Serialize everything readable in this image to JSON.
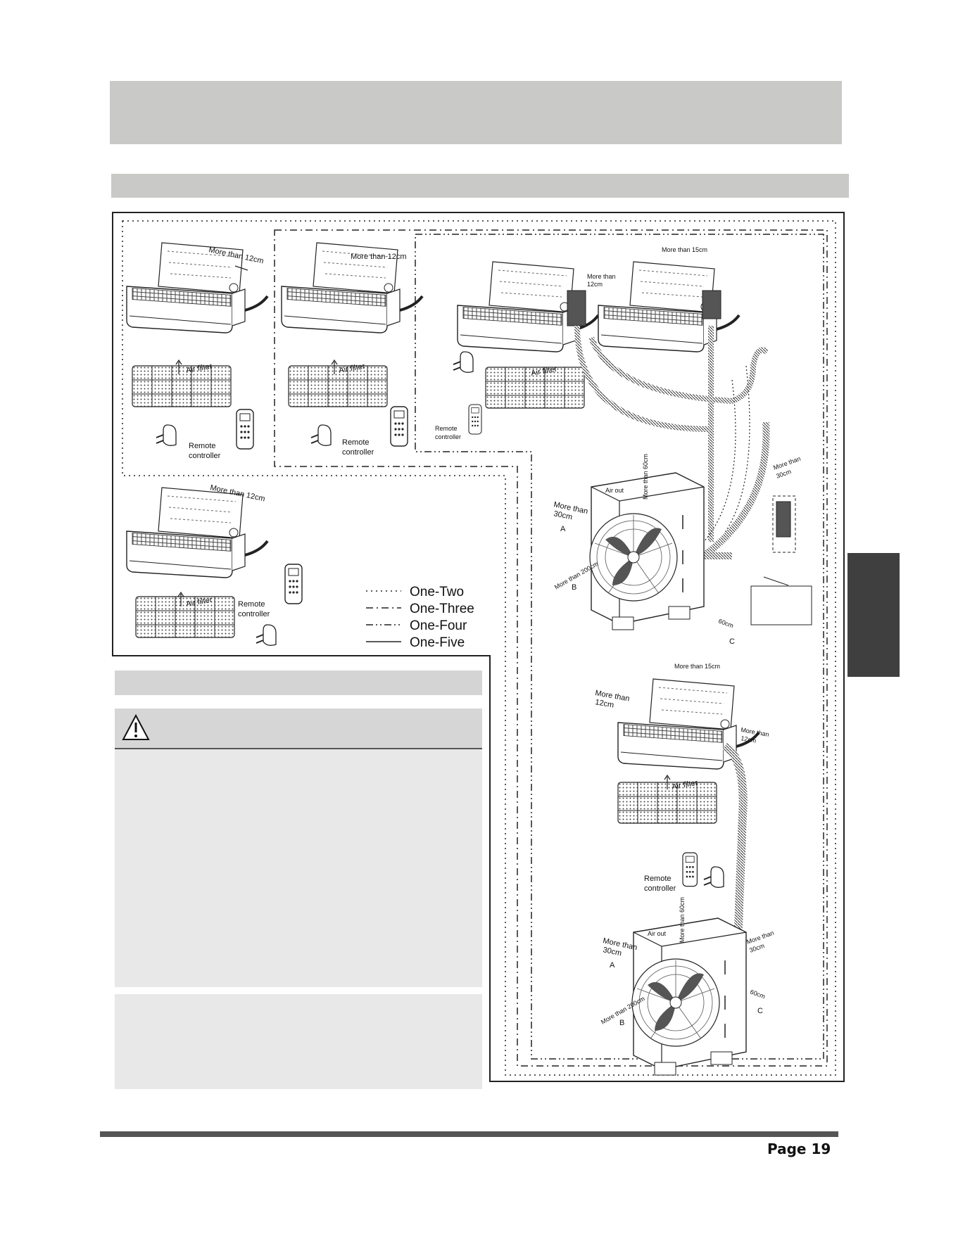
{
  "footer": {
    "page_label": "Page 19"
  },
  "diagram": {
    "label_more_than_12cm": "More than 12cm",
    "label_more_than_15cm": "More than 15cm",
    "label_more_than_12cm_split": [
      "More than",
      "12cm"
    ],
    "label_more_than_30cm_split": [
      "More than",
      "30cm"
    ],
    "label_more_than_60cm": "More than 60cm",
    "label_more_than_200cm": "More than 200cm",
    "label_60cm": "60cm",
    "label_air_filter": "Air filter",
    "label_air_out": "Air out",
    "label_remote": "Remote",
    "label_controller": "controller",
    "label_a": "A",
    "label_b": "B",
    "label_c": "C"
  },
  "legend": {
    "items": [
      {
        "label": "One-Two",
        "dash": "2,5"
      },
      {
        "label": "One-Three",
        "dash": "10,5,2,5"
      },
      {
        "label": "One-Four",
        "dash": "10,4,2,4,2,4"
      },
      {
        "label": "One-Five",
        "dash": ""
      }
    ]
  },
  "colors": {
    "header_gray": "#c9c9c8",
    "side_tab": "#3f3f3f",
    "panel_gray": "#e8e8e8"
  }
}
